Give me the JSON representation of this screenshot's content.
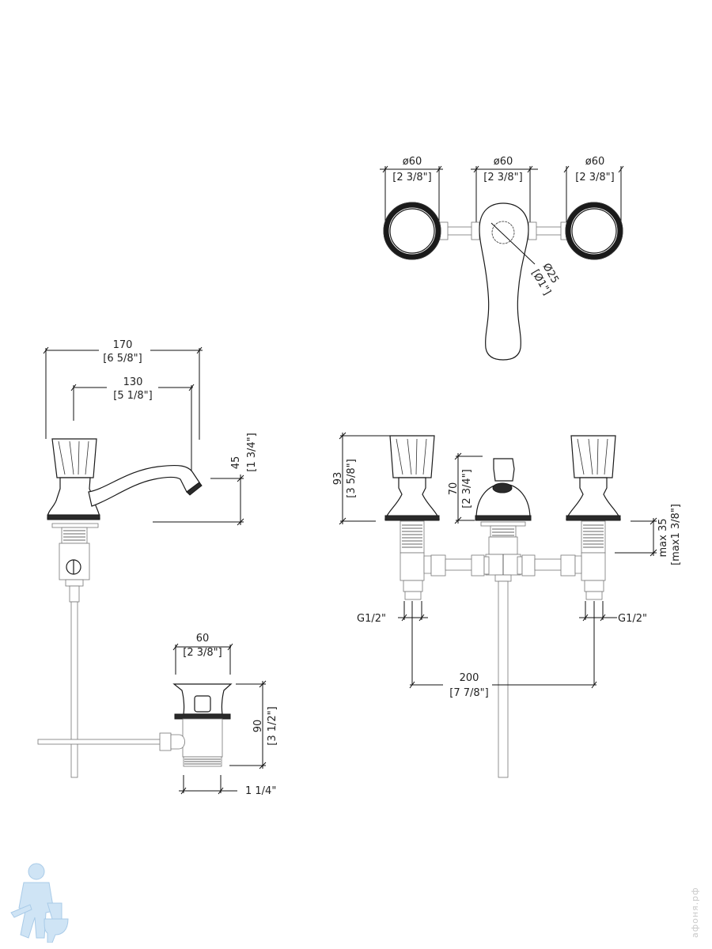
{
  "diagram": {
    "title": "Three-hole basin mixer and single basin tap — dimensional drawing",
    "top_view": {
      "knob_left_dia": "ø60",
      "knob_left_dia_in": "[2 3/8\"]",
      "handle_dia": "ø60",
      "handle_dia_in": "[2 3/8\"]",
      "knob_right_dia": "ø60",
      "knob_right_dia_in": "[2 3/8\"]",
      "spout_dia": "Ø25",
      "spout_dia_in": "[Ø1\"]"
    },
    "side_tap": {
      "overall_length": "170",
      "overall_length_in": "[6 5/8\"]",
      "spout_reach": "130",
      "spout_reach_in": "[5 1/8\"]",
      "spout_height": "45",
      "spout_height_in": "[1 3/4\"]"
    },
    "waste": {
      "width": "60",
      "width_in": "[2 3/8\"]",
      "height": "90",
      "height_in": "[3 1/2\"]",
      "thread": "1 1/4\""
    },
    "front_mixer": {
      "valve_height": "93",
      "valve_height_in": "[3 5/8\"]",
      "spout_height": "70",
      "spout_height_in": "[2 3/4\"]",
      "deck_thickness": "max 35",
      "deck_thickness_in": "[max1 3/8\"]",
      "left_connection": "G1/2\"",
      "right_connection": "G1/2\"",
      "centres": "200",
      "centres_in": "[7 7/8\"]"
    },
    "watermark": {
      "site": "афоня.рф",
      "colors": {
        "mascot": "#bcd9f0",
        "text": "#c9c9c9"
      }
    }
  }
}
